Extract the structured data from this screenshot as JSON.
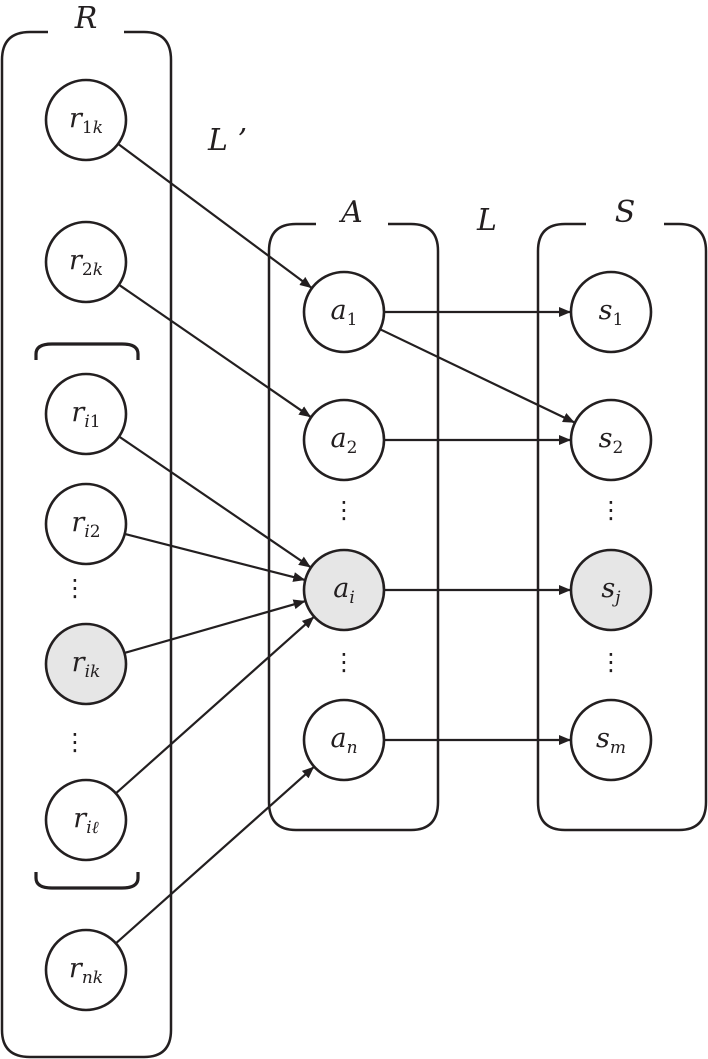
{
  "groups": {
    "R": {
      "label": "R"
    },
    "A": {
      "label": "A"
    },
    "S": {
      "label": "S"
    }
  },
  "edge_labels": {
    "l_prime": "L ’",
    "l": "L"
  },
  "nodes": [
    {
      "id": "r1k",
      "base": "r",
      "sub": "1",
      "subi": "k",
      "shaded": false
    },
    {
      "id": "r2k",
      "base": "r",
      "sub": "2",
      "subi": "k",
      "shaded": false
    },
    {
      "id": "ri1",
      "base": "r",
      "sub": "",
      "subi": "i",
      "sub2": "1",
      "shaded": false
    },
    {
      "id": "ri2",
      "base": "r",
      "sub": "",
      "subi": "i",
      "sub2": "2",
      "shaded": false
    },
    {
      "id": "rik",
      "base": "r",
      "sub": "",
      "subi": "ik",
      "shaded": true
    },
    {
      "id": "ril",
      "base": "r",
      "sub": "",
      "subi": "iℓ",
      "shaded": false
    },
    {
      "id": "rnk",
      "base": "r",
      "sub": "",
      "subi": "nk",
      "shaded": false
    },
    {
      "id": "a1",
      "base": "a",
      "sub": "1",
      "subi": "",
      "shaded": false
    },
    {
      "id": "a2",
      "base": "a",
      "sub": "2",
      "subi": "",
      "shaded": false
    },
    {
      "id": "ai",
      "base": "a",
      "sub": "",
      "subi": "i",
      "shaded": true
    },
    {
      "id": "an",
      "base": "a",
      "sub": "",
      "subi": "n",
      "shaded": false
    },
    {
      "id": "s1",
      "base": "s",
      "sub": "1",
      "subi": "",
      "shaded": false
    },
    {
      "id": "s2",
      "base": "s",
      "sub": "2",
      "subi": "",
      "shaded": false
    },
    {
      "id": "sj",
      "base": "s",
      "sub": "",
      "subi": "j",
      "shaded": true
    },
    {
      "id": "sm",
      "base": "s",
      "sub": "",
      "subi": "m",
      "shaded": false
    }
  ],
  "edges": [
    {
      "from": "r1k",
      "to": "a1"
    },
    {
      "from": "r2k",
      "to": "a2"
    },
    {
      "from": "ri1",
      "to": "ai"
    },
    {
      "from": "ri2",
      "to": "ai"
    },
    {
      "from": "rik",
      "to": "ai"
    },
    {
      "from": "ril",
      "to": "ai"
    },
    {
      "from": "rnk",
      "to": "an"
    },
    {
      "from": "a1",
      "to": "s1"
    },
    {
      "from": "a1",
      "to": "s2"
    },
    {
      "from": "a2",
      "to": "s2"
    },
    {
      "from": "ai",
      "to": "sj"
    },
    {
      "from": "an",
      "to": "sm"
    }
  ],
  "colors": {
    "stroke": "#231f20",
    "node_fill": "#ffffff",
    "shaded_fill": "#e6e6e6"
  }
}
